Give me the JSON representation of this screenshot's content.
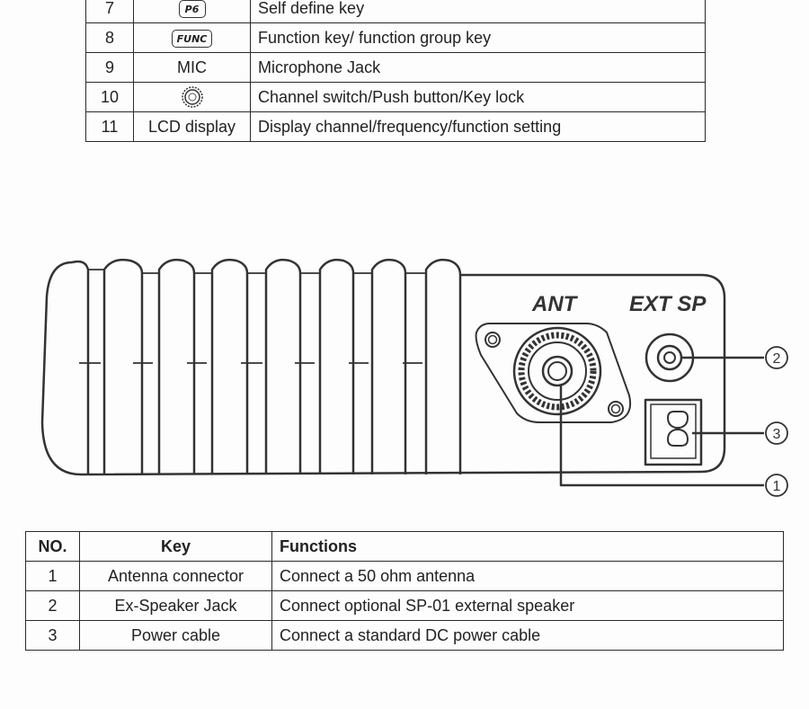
{
  "top_table": {
    "rows": [
      {
        "no": "7",
        "key_text": "P6",
        "function": "Self define key"
      },
      {
        "no": "8",
        "key_text": "FUNC",
        "function": "Function key/ function group key"
      },
      {
        "no": "9",
        "key_text": "MIC",
        "function": "Microphone Jack"
      },
      {
        "no": "10",
        "key_text": "",
        "key_icon": "channel-knob-icon",
        "function": "Channel switch/Push button/Key lock"
      },
      {
        "no": "11",
        "key_text": "LCD display",
        "function": "Display channel/frequency/function setting"
      }
    ]
  },
  "figure": {
    "ant_label": "ANT",
    "ext_sp_label": "EXT SP",
    "callouts": [
      "1",
      "2",
      "3"
    ]
  },
  "bottom_table": {
    "headers": {
      "no": "NO.",
      "key": "Key",
      "functions": "Functions"
    },
    "rows": [
      {
        "no": "1",
        "key": "Antenna connector",
        "function": "Connect a 50 ohm antenna"
      },
      {
        "no": "2",
        "key": "Ex-Speaker Jack",
        "function": "Connect optional SP-01 external speaker"
      },
      {
        "no": "3",
        "key": "Power cable",
        "function": "Connect a standard DC power cable"
      }
    ]
  }
}
